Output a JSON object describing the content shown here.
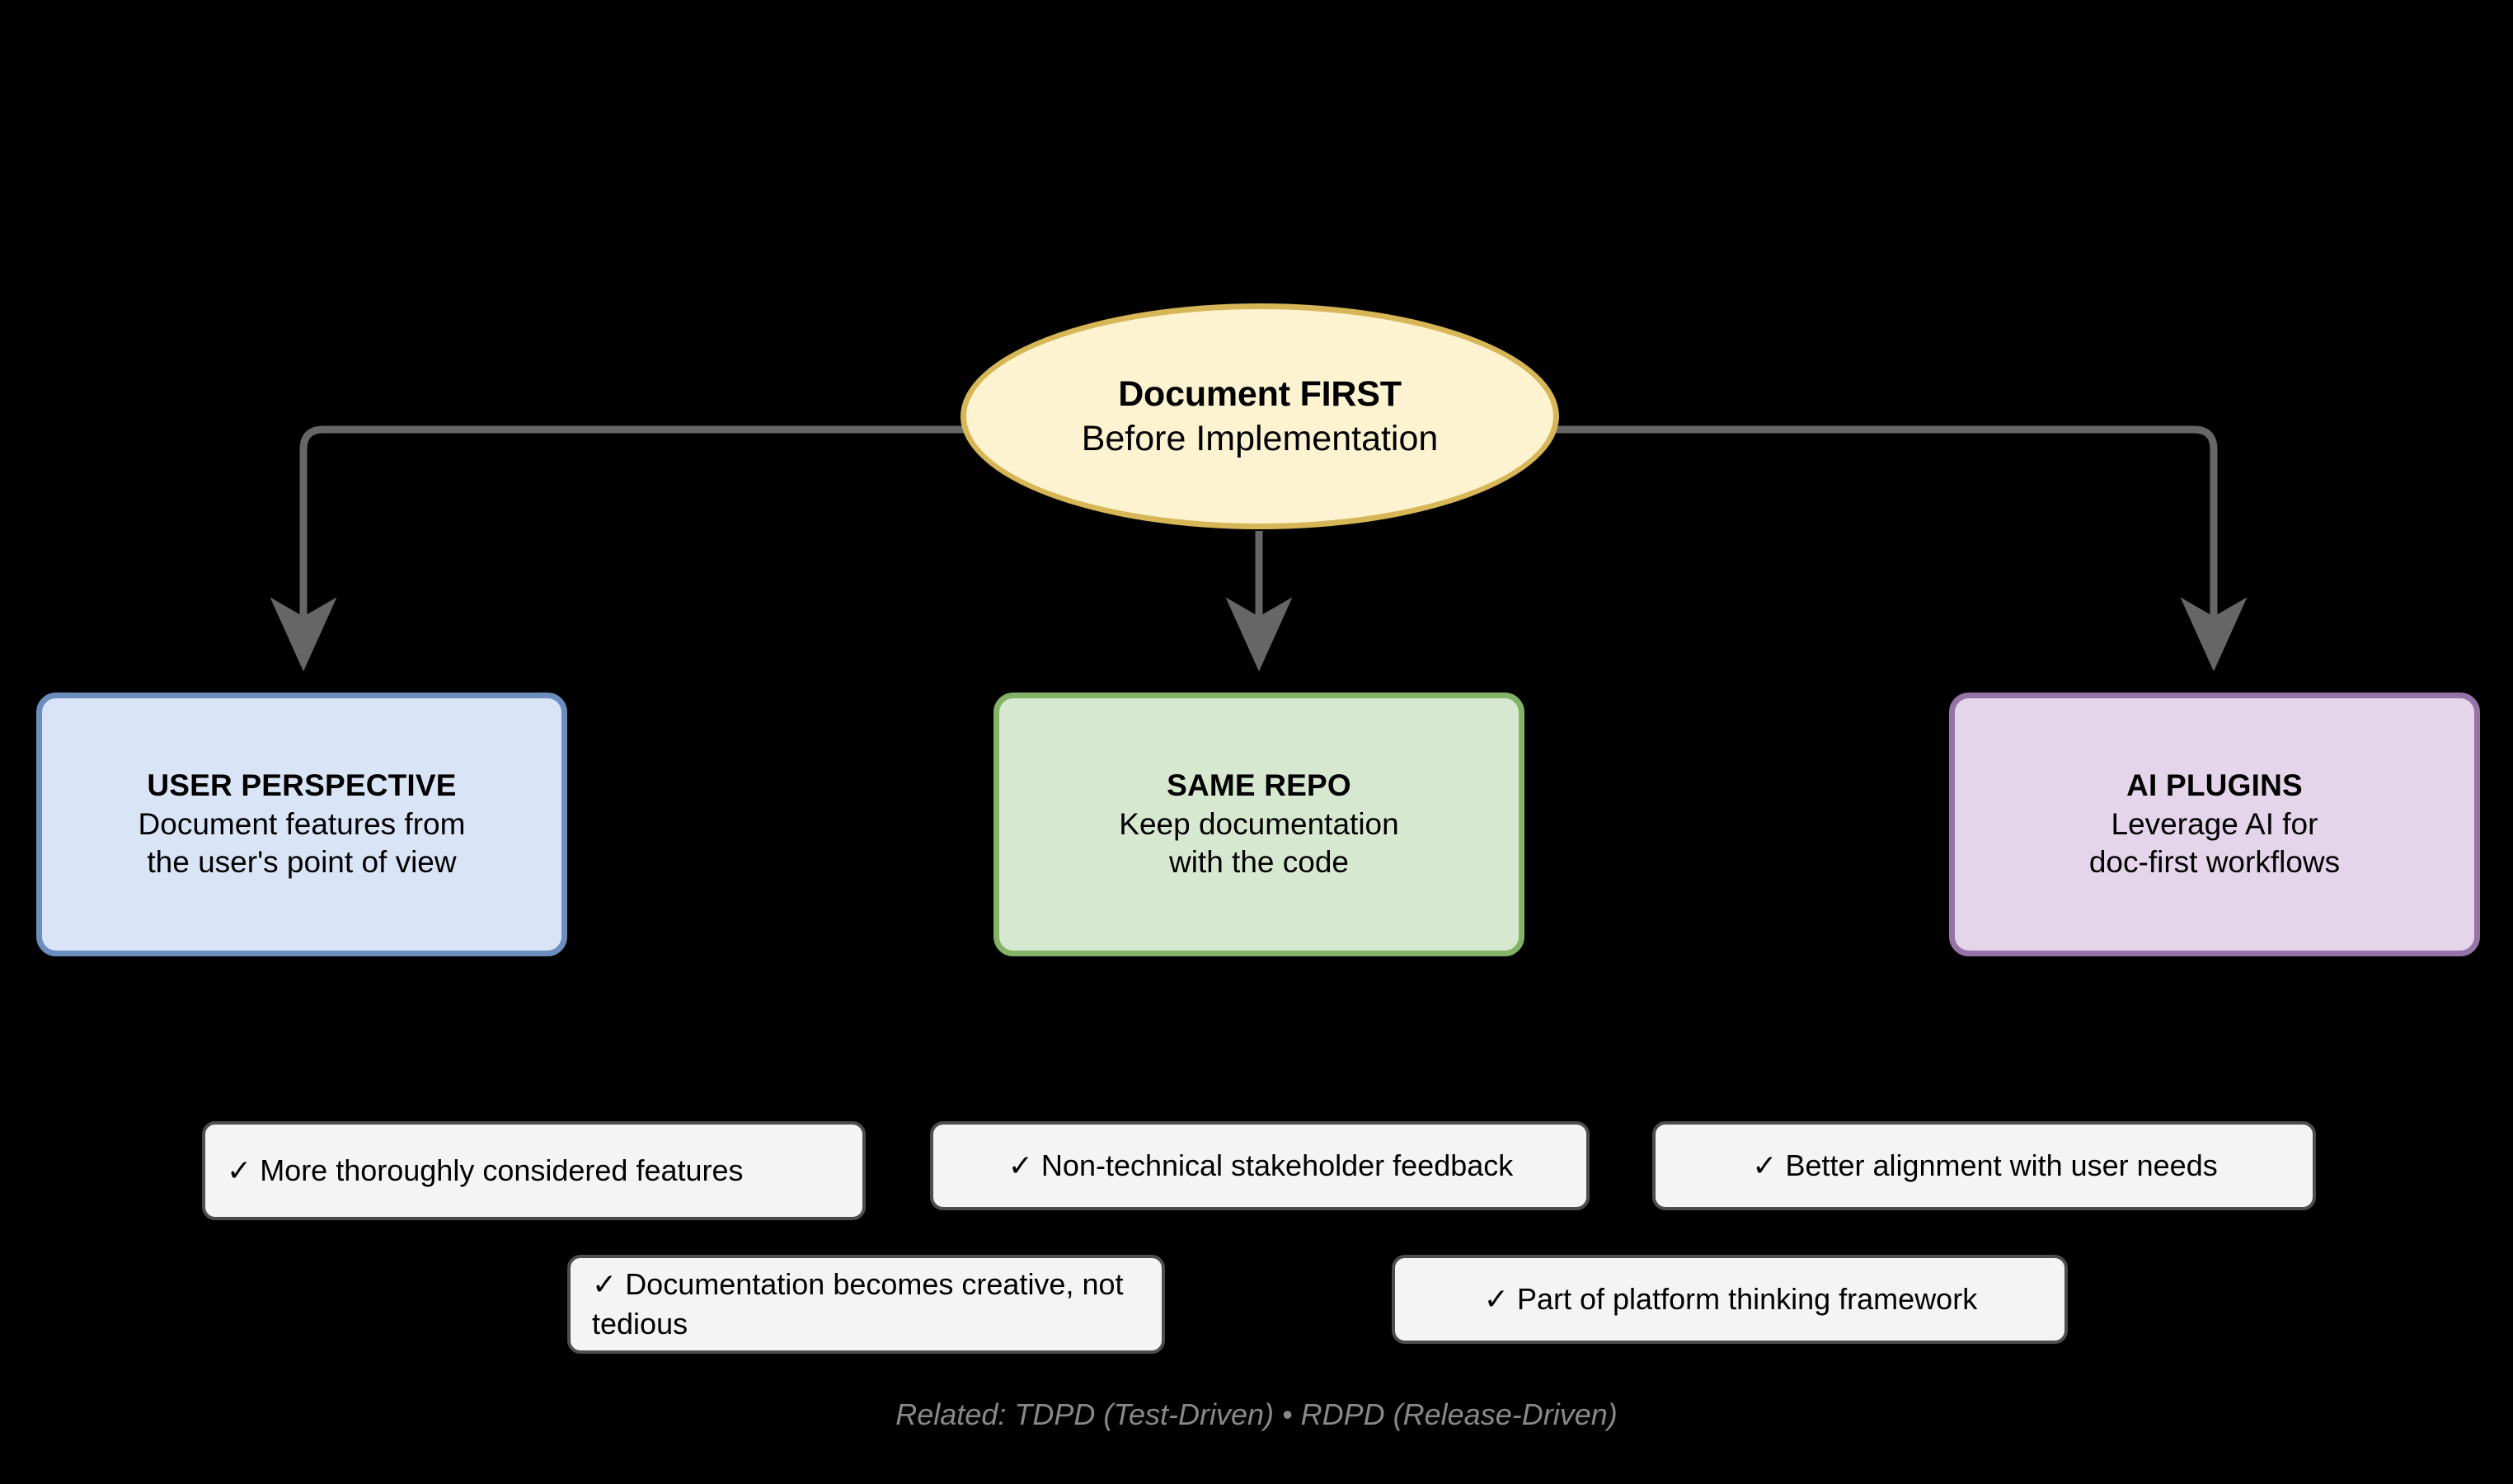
{
  "diagram": {
    "background_color": "#000000",
    "root": {
      "title": "Document FIRST",
      "subtitle": "Before Implementation",
      "fill_color": "#fdf3d0",
      "border_color": "#d6b656"
    },
    "pillars": [
      {
        "title": "USER PERSPECTIVE",
        "line1": "Document features from",
        "line2": "the user's point of view",
        "fill_color": "#dae4f7",
        "border_color": "#6c8ebf"
      },
      {
        "title": "SAME REPO",
        "line1": "Keep documentation",
        "line2": "with the code",
        "fill_color": "#d7e8d0",
        "border_color": "#82b366"
      },
      {
        "title": "AI PLUGINS",
        "line1": "Leverage AI for",
        "line2": "doc-first workflows",
        "fill_color": "#e4d5ea",
        "border_color": "#9673a6"
      }
    ],
    "benefits": [
      {
        "check": "✓",
        "text": "More thoroughly considered features"
      },
      {
        "check": "✓",
        "text": "Non-technical stakeholder feedback"
      },
      {
        "check": "✓",
        "text": "Better alignment with user needs"
      },
      {
        "check": "✓",
        "text": "Documentation becomes creative, not tedious"
      },
      {
        "check": "✓",
        "text": "Part of platform thinking framework"
      }
    ],
    "benefit_style": {
      "fill_color": "#f4f4f4",
      "border_color": "#4d4d4d"
    },
    "footer": "Related: TDPD (Test-Driven) • RDPD (Release-Driven)",
    "edges": {
      "stroke_color": "#666666",
      "arrow_color": "#666666"
    }
  }
}
